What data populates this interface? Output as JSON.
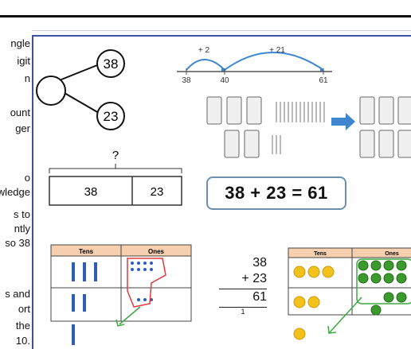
{
  "left_text": [
    "ngle",
    "igit",
    "n",
    "ount",
    "ger",
    "o",
    "wledge",
    "s to",
    "ntly",
    "so 38",
    "s and",
    "ort",
    "the",
    " 10."
  ],
  "part_whole": {
    "top": "38",
    "bottom": "23"
  },
  "number_line": {
    "hop1": "+ 2",
    "hop2": "+ 21",
    "start": "38",
    "mid": "40",
    "end": "61"
  },
  "bar_model": {
    "question": "?",
    "left": "38",
    "right": "23"
  },
  "equation": "38 + 23 = 61",
  "place_value_left": {
    "tens_header": "Tens",
    "ones_header": "Ones"
  },
  "column_addition": {
    "top": "38",
    "second": "+ 23",
    "answer": "61",
    "carry": "1"
  },
  "place_value_right": {
    "tens_header": "Tens",
    "ones_header": "Ones"
  },
  "colors": {
    "accent_blue": "#3f51a5",
    "arrow_blue": "#3e86d0",
    "table_header": "#f6cfae",
    "counter_green": "#3a9a2c",
    "counter_yellow": "#f2c21b",
    "red_loop": "#e23b3b",
    "arrow_green": "#3ea844",
    "number_tally": "#2e5fb4"
  }
}
